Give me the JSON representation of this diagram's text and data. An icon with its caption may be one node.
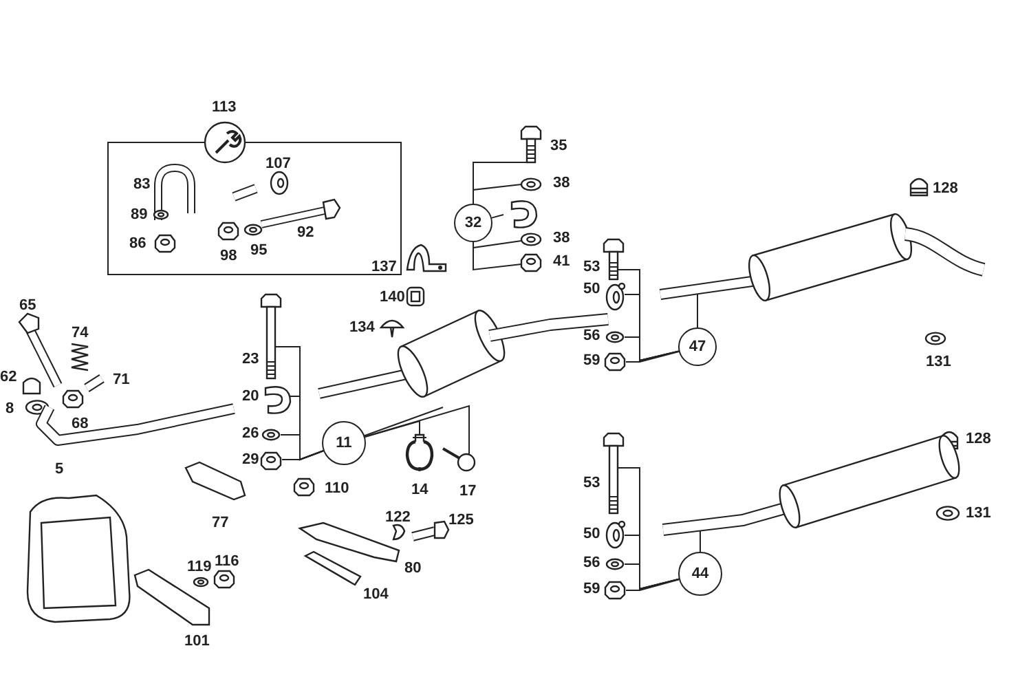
{
  "diagram": {
    "nodes": [
      {
        "text": [
          "113"
        ]
      },
      {
        "text": [],
        "shape": "picture",
        "beside": [
          "35"
        ]
      },
      {
        "text": [],
        "shape": "picture",
        "beside": [
          "38"
        ]
      },
      {
        "text": [],
        "shape": "picture"
      },
      {
        "text": [],
        "shape": "picture",
        "beside": [
          "38"
        ]
      },
      {
        "text": [],
        "shape": "picture",
        "beside": [
          "41"
        ]
      },
      {
        "text": [
          "32"
        ]
      },
      {
        "text": [],
        "shape": "picture",
        "beside": [
          "53"
        ]
      },
      {
        "text": [],
        "shape": "picture",
        "beside": [
          "50"
        ]
      },
      {
        "text": [],
        "shape": "picture",
        "beside": [
          "56"
        ]
      },
      {
        "text": [],
        "shape": "picture",
        "beside": [
          "59"
        ]
      },
      {
        "text": [],
        "shape": "picture"
      },
      {
        "text": [
          "47"
        ]
      },
      {
        "text": [],
        "shape": "picture",
        "beside": [
          "23"
        ]
      },
      {
        "text": [],
        "shape": "picture",
        "beside": [
          "20"
        ]
      },
      {
        "text": [],
        "shape": "picture",
        "beside": [
          "26"
        ]
      },
      {
        "text": [],
        "shape": "picture",
        "beside": [
          "29"
        ]
      },
      {
        "text": [
          "11"
        ]
      },
      {
        "text": [],
        "shape": "picture"
      },
      {
        "text": [],
        "shape": "picture",
        "beside": [
          "14"
        ]
      },
      {
        "text": [],
        "shape": "picture",
        "beside": [
          "17"
        ]
      },
      {
        "text": [],
        "shape": "picture",
        "beside": [
          "53"
        ]
      },
      {
        "text": [],
        "shape": "picture",
        "beside": [
          "50"
        ]
      },
      {
        "text": [],
        "shape": "picture",
        "beside": [
          "56"
        ]
      },
      {
        "text": [],
        "shape": "picture",
        "beside": [
          "59"
        ]
      },
      {
        "text": [
          "44"
        ]
      },
      {
        "text": [],
        "shape": "picture"
      }
    ],
    "edges": [
      {
        "from": 6,
        "to": 1,
        "arrow": "none"
      },
      {
        "from": 6,
        "to": 2,
        "arrow": "none"
      },
      {
        "from": 6,
        "to": 3,
        "arrow": "none"
      },
      {
        "from": 6,
        "to": 4,
        "arrow": "none"
      },
      {
        "from": 6,
        "to": 5,
        "arrow": "none"
      },
      {
        "from": 12,
        "to": 7,
        "arrow": "none"
      },
      {
        "from": 12,
        "to": 8,
        "arrow": "none"
      },
      {
        "from": 12,
        "to": 9,
        "arrow": "none"
      },
      {
        "from": 12,
        "to": 10,
        "arrow": "none"
      },
      {
        "from": 12,
        "to": 11,
        "arrow": "none"
      },
      {
        "from": 17,
        "to": 13,
        "arrow": "none"
      },
      {
        "from": 17,
        "to": 14,
        "arrow": "none"
      },
      {
        "from": 17,
        "to": 15,
        "arrow": "none"
      },
      {
        "from": 17,
        "to": 16,
        "arrow": "none"
      },
      {
        "from": 17,
        "to": 18,
        "arrow": "none"
      },
      {
        "from": 17,
        "to": 19,
        "arrow": "none"
      },
      {
        "from": 17,
        "to": 20,
        "arrow": "none"
      },
      {
        "from": 25,
        "to": 21,
        "arrow": "none"
      },
      {
        "from": 25,
        "to": 22,
        "arrow": "none"
      },
      {
        "from": 25,
        "to": 23,
        "arrow": "none"
      },
      {
        "from": 25,
        "to": 24,
        "arrow": "none"
      },
      {
        "from": 25,
        "to": 26,
        "arrow": "none"
      }
    ],
    "labels": [
      "83",
      "107",
      "89",
      "92",
      "86",
      "98",
      "95",
      "137",
      "140",
      "134",
      "65",
      "74",
      "71",
      "62",
      "8",
      "68",
      "5",
      "77",
      "110",
      "122",
      "125",
      "80",
      "104",
      "119",
      "116",
      "101",
      "128",
      "131",
      "128",
      "131"
    ]
  }
}
